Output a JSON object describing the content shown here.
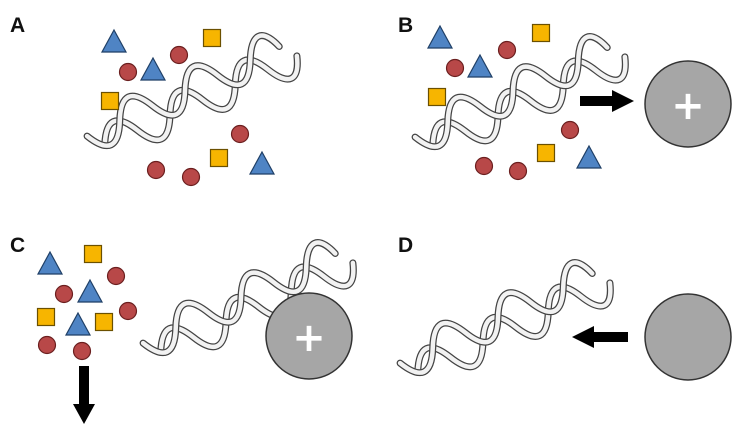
{
  "panels": [
    {
      "id": "A",
      "label": "A"
    },
    {
      "id": "B",
      "label": "B"
    },
    {
      "id": "C",
      "label": "C"
    },
    {
      "id": "D",
      "label": "D"
    }
  ],
  "bead_charge": "+",
  "legend_shapes": [
    "triangle-icon",
    "circle-icon",
    "square-icon"
  ],
  "colors": {
    "triangle": "#4f84c4",
    "circle": "#b84848",
    "square": "#f7b500",
    "bead": "#a6a6a6",
    "arrow": "#000000",
    "dna_fill": "#f2f2f2",
    "dna_stroke": "#444444"
  }
}
